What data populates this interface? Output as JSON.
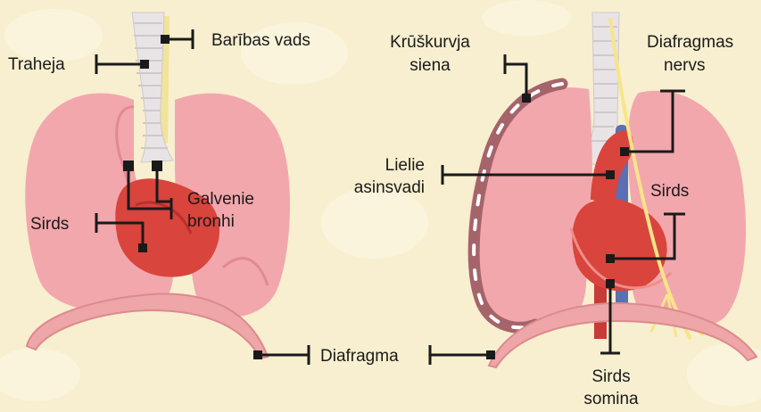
{
  "labels": {
    "baribas_vads": "Barības vads",
    "traheja": "Traheja",
    "galvenie_bronhi_1": "Galvenie",
    "galvenie_bronhi_2": "bronhi",
    "sirds_left": "Sirds",
    "diafragma": "Diafragma",
    "kruskurvja_1": "Krūškurvja",
    "kruskurvja_2": "siena",
    "diafragmas_nervs_1": "Diafragmas",
    "diafragmas_nervs_2": "nervs",
    "lielie_1": "Lielie",
    "lielie_2": "asinsvadi",
    "sirds_right": "Sirds",
    "sirds_somina_1": "Sirds",
    "sirds_somina_2": "somina"
  },
  "colors": {
    "background": "#f7efcf",
    "lung": "#f2a7ad",
    "lung_dark": "#e08a93",
    "heart": "#d9443d",
    "trachea": "#e8e4e6",
    "esophagus": "#f1e39a",
    "diaphragm": "#eea6a8",
    "nerve": "#f6e58a",
    "chest_wall": "#a5646a",
    "pointer": "#1a1a1a"
  }
}
